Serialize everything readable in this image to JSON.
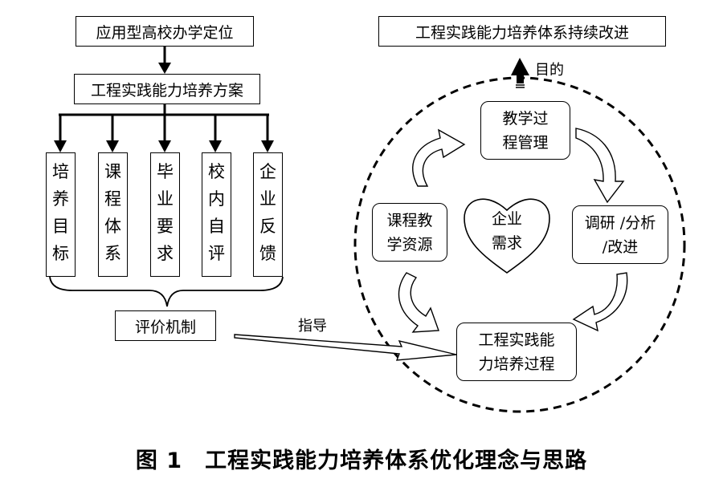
{
  "left": {
    "top_box": "应用型高校办学定位",
    "scheme_box": "工程实践能力培养方案",
    "columns": [
      "培养目标",
      "课程体系",
      "毕业要求",
      "校内自评",
      "企业反馈"
    ],
    "eval_box": "评价机制"
  },
  "guide_label": "指导",
  "right": {
    "goal_box": "工程实践能力培养体系持续改进",
    "goal_label": "目的",
    "nodes": {
      "teaching_process": [
        "教学过",
        "程管理"
      ],
      "course_resources": [
        "课程教",
        "学资源"
      ],
      "research": [
        "调研 /分析",
        "/改进"
      ],
      "training_process": [
        "工程实践能",
        "力培养过程"
      ]
    },
    "heart": [
      "企业",
      "需求"
    ]
  },
  "caption": "图 1　工程实践能力培养体系优化理念与思路"
}
